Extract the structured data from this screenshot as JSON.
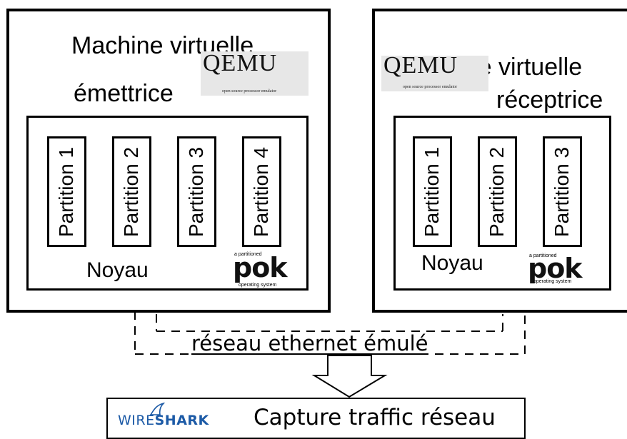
{
  "vm_sender": {
    "title_line1": "Machine virtuelle",
    "title_line2": "émettrice",
    "partitions": [
      "Partition 1",
      "Partition 2",
      "Partition 3",
      "Partition 4"
    ],
    "kernel_label": "Noyau"
  },
  "vm_receiver": {
    "title_line1": "Machine virtuelle",
    "title_line2": "réceptrice",
    "partitions": [
      "Partition 1",
      "Partition 2",
      "Partition 3"
    ],
    "kernel_label": "Noyau"
  },
  "qemu_logo": {
    "name": "QEMU",
    "tagline": "open source processor emulator"
  },
  "pok_logo": {
    "name": "pok",
    "top_text": "a partitioned",
    "bottom_text": "operating system"
  },
  "network": {
    "label": "réseau ethernet émulé"
  },
  "capture": {
    "logo_light": "WIRE",
    "logo_bold": "SHARK",
    "label": "Capture traffic réseau"
  },
  "colors": {
    "wireshark_blue": "#1c5aa6",
    "qemu_bg": "#e7e7e7"
  }
}
